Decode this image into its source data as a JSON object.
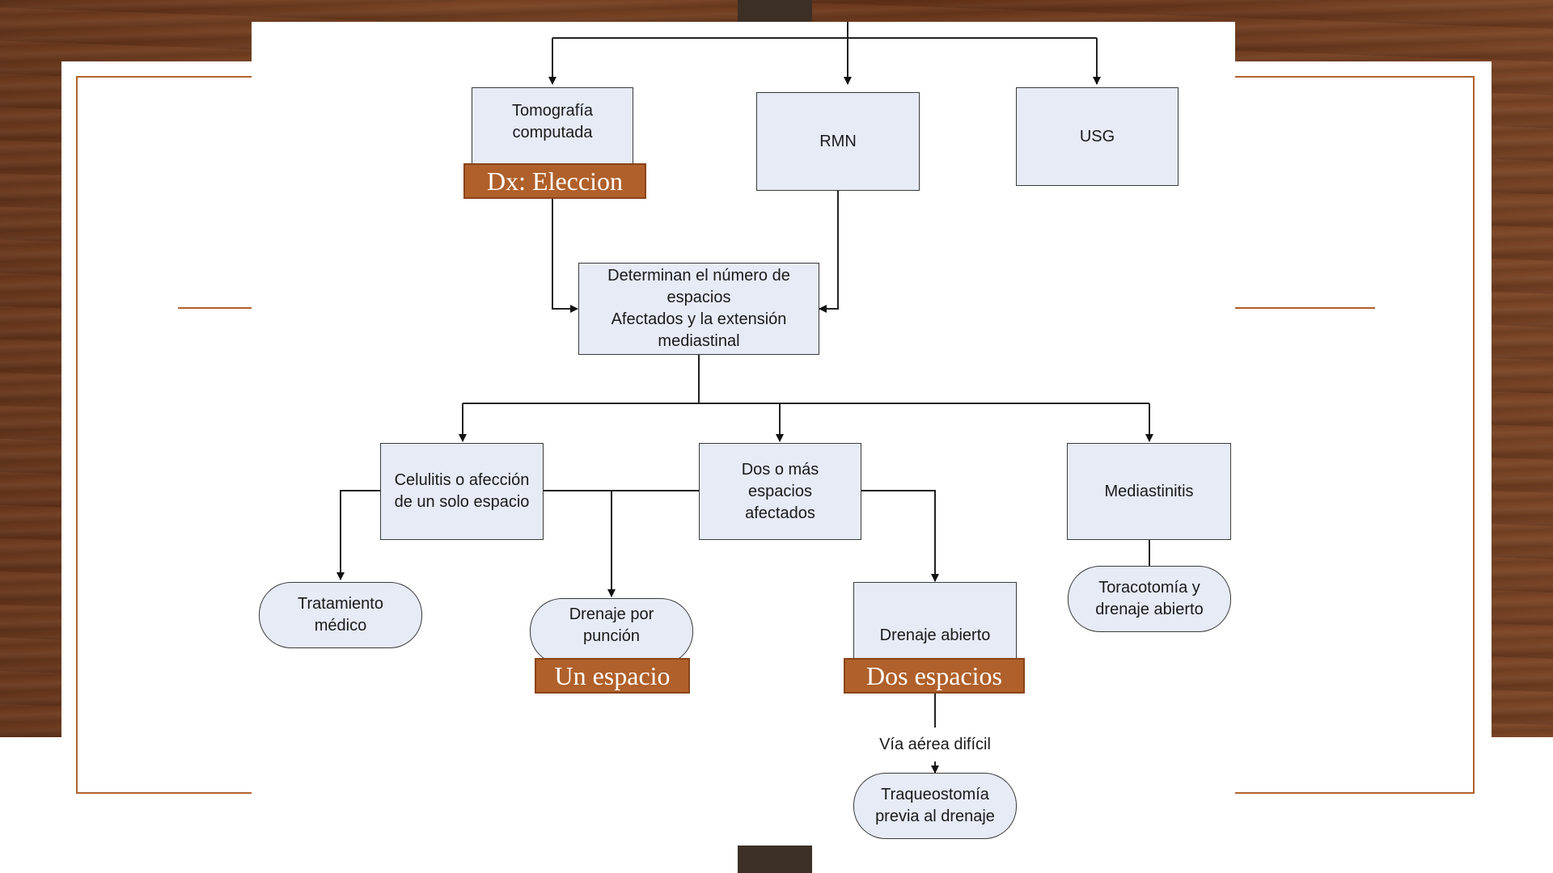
{
  "diagram": {
    "boxes": {
      "tomografia": "Tomografía\ncomputada",
      "rmn": "RMN",
      "usg": "USG",
      "determinan": "Determinan el número de\nespacios\nAfectados y la extensión\nmediastinal",
      "celulitis": "Celulitis o afección\nde un solo espacio",
      "dos_o_mas": "Dos o más\nespacios\nafectados",
      "mediastinitis": "Mediastinitis",
      "drenaje_abierto": "Drenaje abierto"
    },
    "pills": {
      "tratamiento": "Tratamiento\nmédico",
      "drenaje_puncion": "Drenaje por\npunción",
      "toracotomia": "Toracotomía y\ndrenaje abierto",
      "traqueostomia": "Traqueostomía\nprevia al drenaje"
    },
    "tags": {
      "dx": "Dx: Eleccion",
      "un_espacio": "Un espacio",
      "dos_espacios": "Dos espacios"
    },
    "edge_label": "Vía aérea difícil"
  },
  "colors": {
    "accent": "#b0602a",
    "box_fill": "#e6ebf6",
    "wood": "#6b3a1f",
    "dark_tab": "#3c3026"
  }
}
